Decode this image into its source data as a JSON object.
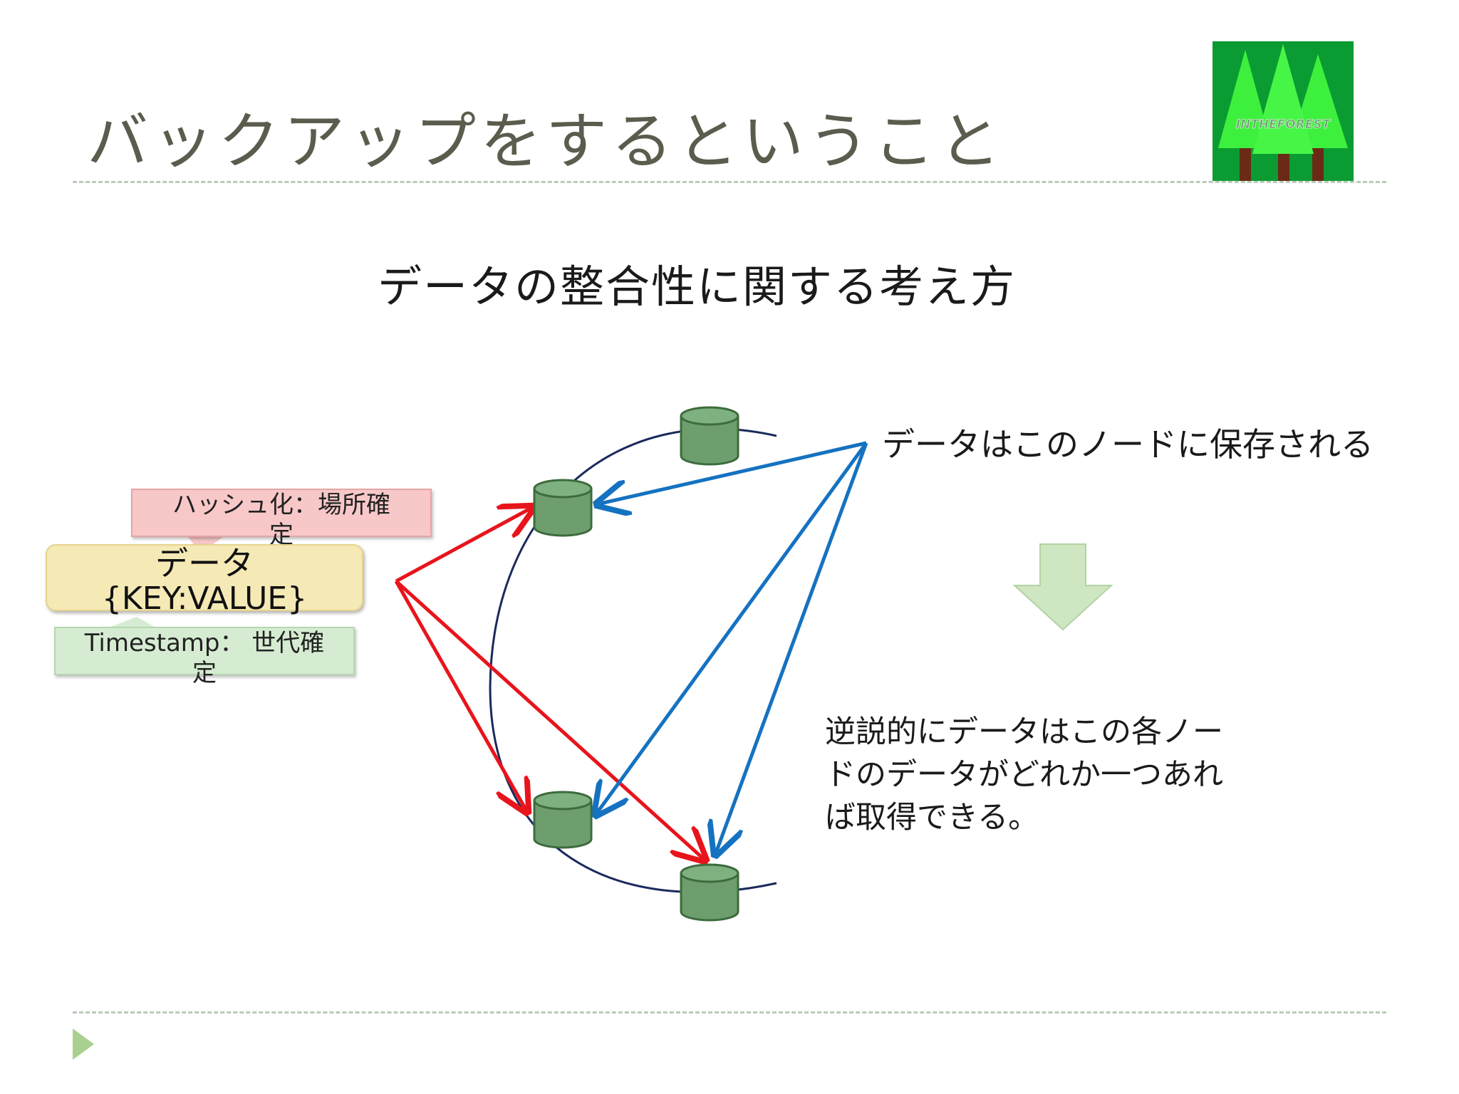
{
  "slide": {
    "title": "バックアップをするということ",
    "subtitle": "データの整合性に関する考え方",
    "logo_text": "INTHEFOREST"
  },
  "boxes": {
    "hash": {
      "line1": "ハッシュ化：場所確",
      "line2": "定"
    },
    "data": {
      "line1": "データ",
      "line2": "{KEY:VALUE}"
    },
    "timestamp": {
      "line1": "Timestamp： 世代確",
      "line2": "定"
    }
  },
  "captions": {
    "nodes": "データはこのノードに保存される",
    "note_lines": [
      "逆説的にデータはこの各ノー",
      "ドのデータがどれか一つあれ",
      "ば取得できる。"
    ]
  },
  "colors": {
    "title": "#5c5c4e",
    "red_arrow": "#e8141c",
    "blue_arrow": "#1572c0",
    "ring": "#1a2a5c",
    "node_fill": "#6e9e6e",
    "down_arrow": "#cfe6c2",
    "logo_bg": "#0a9c32",
    "tree": "#3ef03e"
  },
  "icons": [
    "database-icon",
    "down-arrow-icon",
    "bullet-triangle-icon",
    "forest-logo-icon"
  ]
}
